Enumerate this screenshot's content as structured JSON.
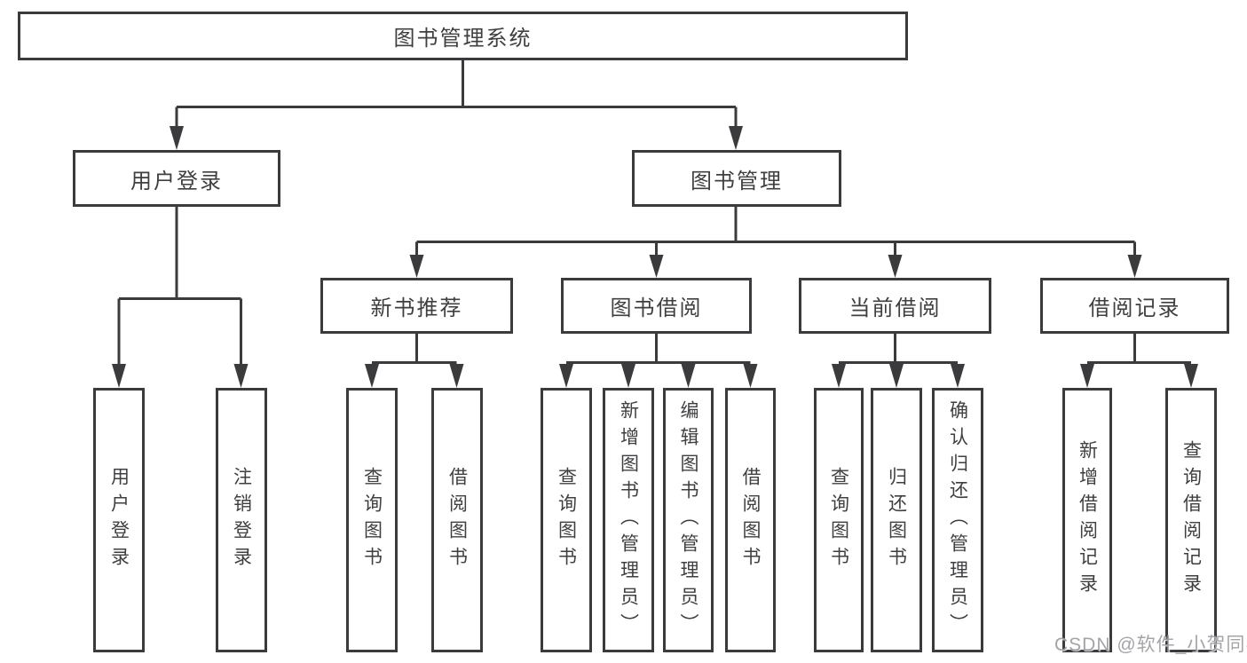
{
  "diagram": {
    "root": {
      "label": "图书管理系统",
      "children": [
        {
          "label": "用户登录",
          "children": [
            {
              "label": "用户登录"
            },
            {
              "label": "注销登录"
            }
          ]
        },
        {
          "label": "图书管理",
          "children": [
            {
              "label": "新书推荐",
              "children": [
                {
                  "label": "查询图书"
                },
                {
                  "label": "借阅图书"
                }
              ]
            },
            {
              "label": "图书借阅",
              "children": [
                {
                  "label": "查询图书"
                },
                {
                  "label": "新增图书（管理员）"
                },
                {
                  "label": "编辑图书（管理员）"
                },
                {
                  "label": "借阅图书"
                }
              ]
            },
            {
              "label": "当前借阅",
              "children": [
                {
                  "label": "查询图书"
                },
                {
                  "label": "归还图书"
                },
                {
                  "label": "确认归还（管理员）"
                }
              ]
            },
            {
              "label": "借阅记录",
              "children": [
                {
                  "label": "新增借阅记录"
                },
                {
                  "label": "查询借阅记录"
                }
              ]
            }
          ]
        }
      ]
    }
  },
  "watermark": {
    "text": "CSDN @软件_小贺同学"
  },
  "colors": {
    "line": "#3b3b3d",
    "text": "#3f3f41",
    "background": "#ffffff",
    "watermark": "#9d9da1"
  }
}
